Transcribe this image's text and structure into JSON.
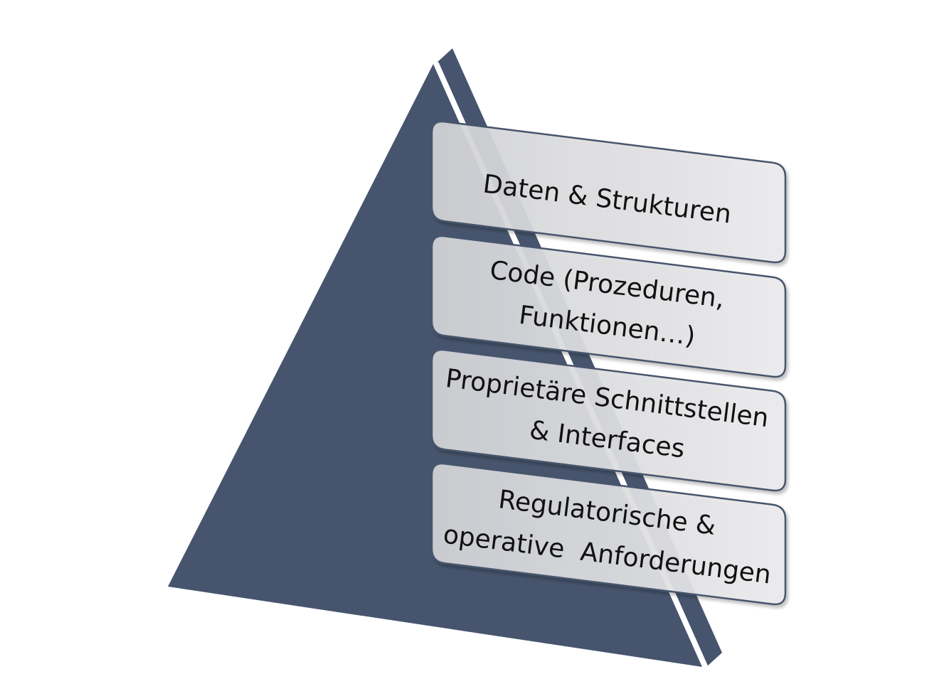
{
  "colors": {
    "pyramid_front": "#46556d",
    "pyramid_side": "#46556d",
    "pyramid_edge_highlight": "#ffffff",
    "box_fill_light": "#ebebed",
    "box_fill_dark": "#d3d4d7",
    "box_border": "#46556d",
    "text": "#111111"
  },
  "layers": [
    {
      "name": "layer-daten-strukturen",
      "lines": [
        "Daten & Strukturen"
      ]
    },
    {
      "name": "layer-code",
      "lines": [
        "Code (Prozeduren,",
        "Funktionen…)"
      ]
    },
    {
      "name": "layer-schnittstellen",
      "lines": [
        "Proprietäre Schnittstellen",
        "& Interfaces"
      ]
    },
    {
      "name": "layer-anforderungen",
      "lines": [
        "Regulatorische &",
        "operative  Anforderungen"
      ]
    }
  ]
}
